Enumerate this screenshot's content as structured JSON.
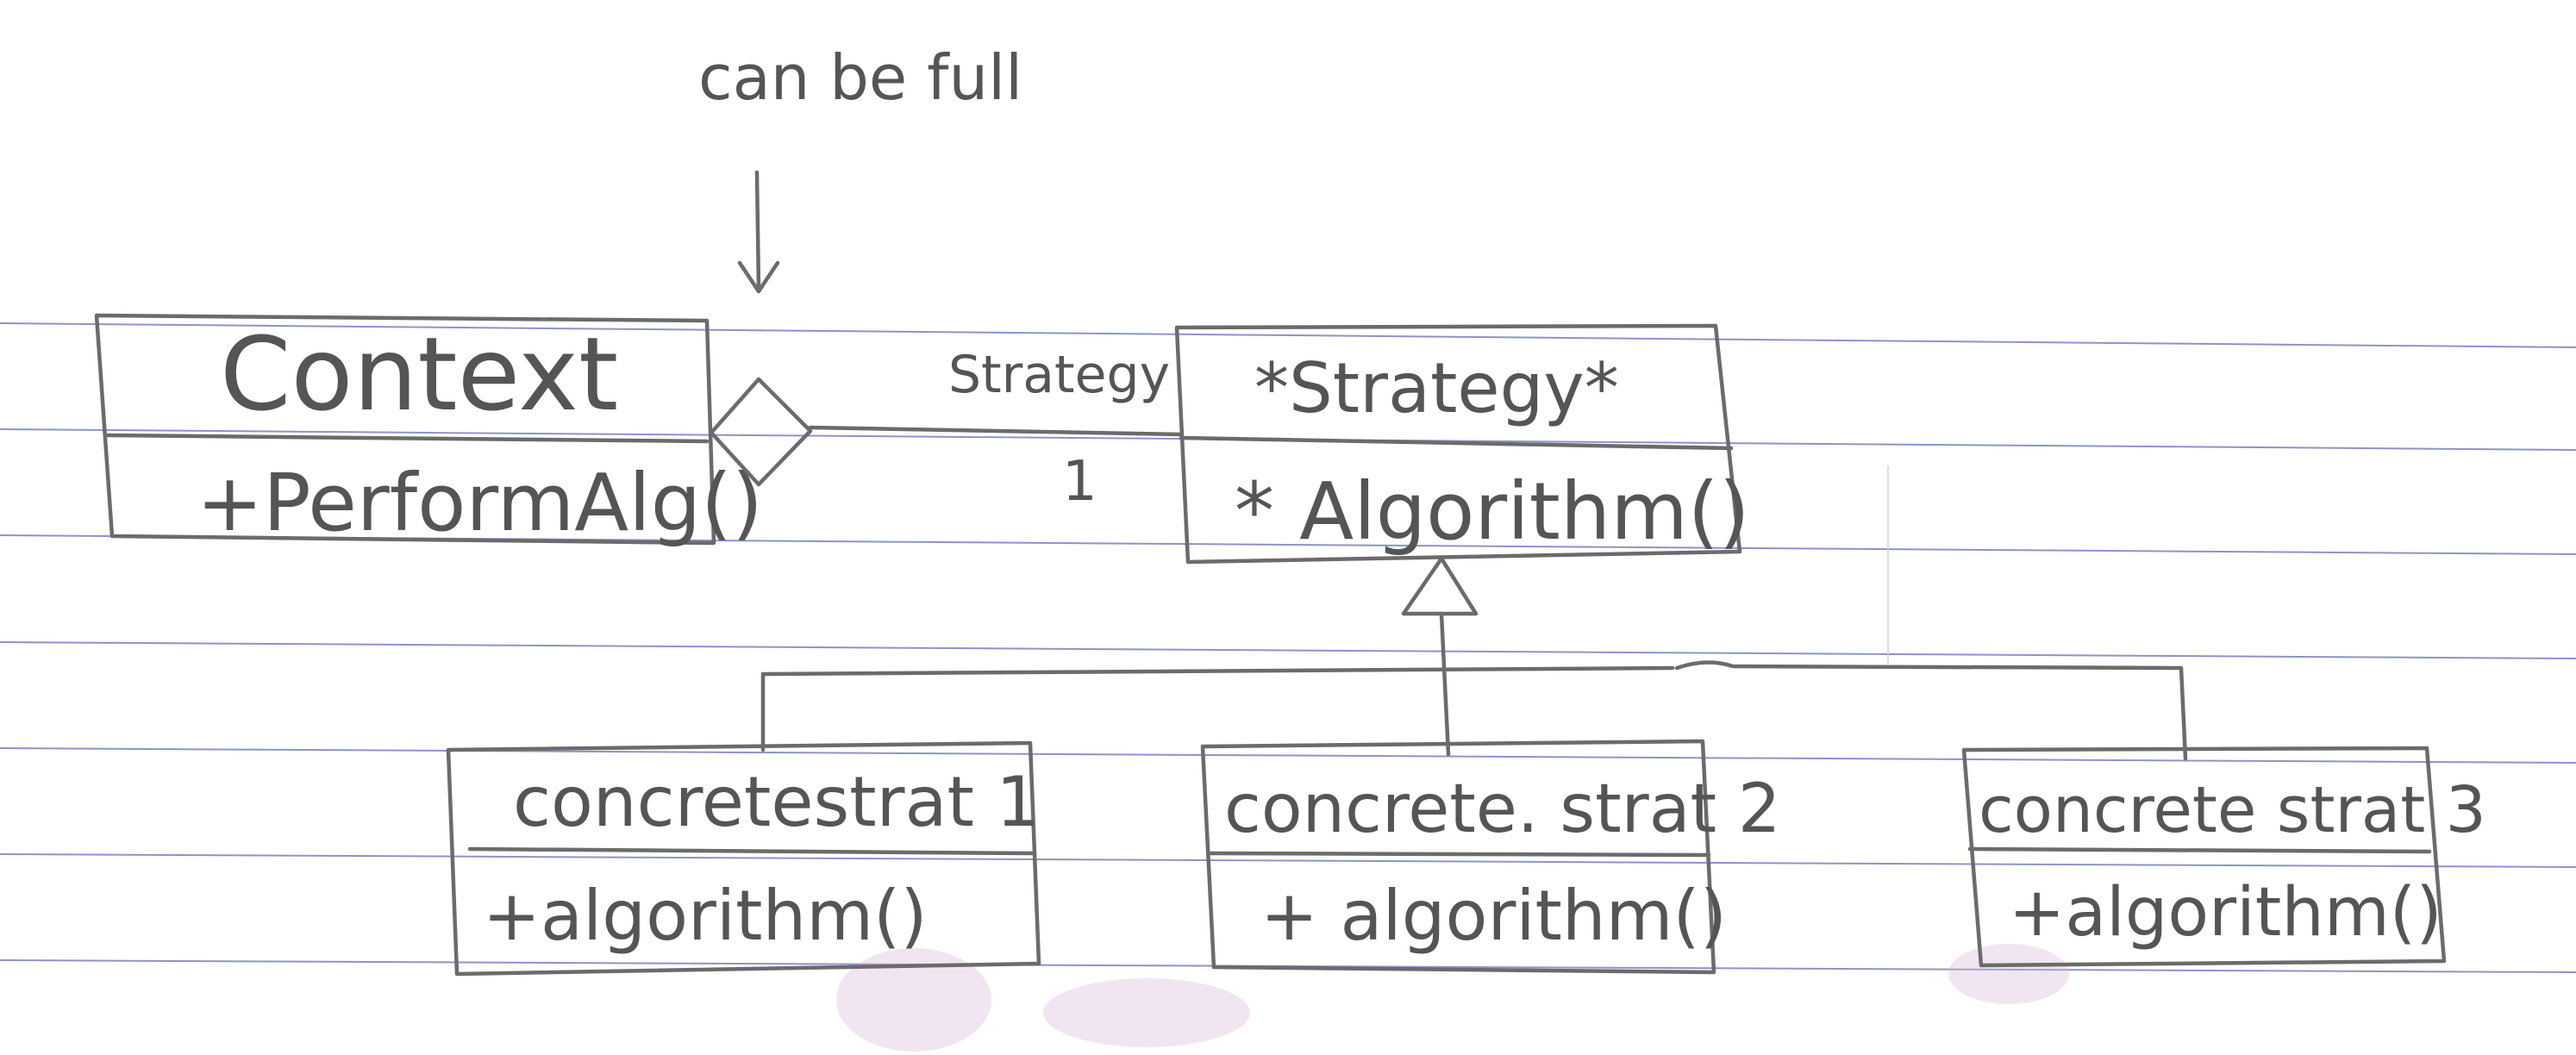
{
  "annotation": {
    "text": "can be full"
  },
  "context_class": {
    "name": "Context",
    "method": "+PerformAlg()"
  },
  "association": {
    "role": "Strategy",
    "multiplicity": "1"
  },
  "strategy_class": {
    "name": "*Strategy*",
    "method": "* Algorithm()"
  },
  "concrete_classes": [
    {
      "name": "concretestrat 1",
      "method": "+algorithm()"
    },
    {
      "name": "concrete. strat 2",
      "method": "+ algorithm()"
    },
    {
      "name": "concrete strat 3",
      "method": "+algorithm()"
    }
  ],
  "colors": {
    "pencil": "#6b6b6b",
    "ruled_lines": "#8f93c8",
    "bleed_through": "#d9b4d9",
    "paper": "#ffffff"
  }
}
